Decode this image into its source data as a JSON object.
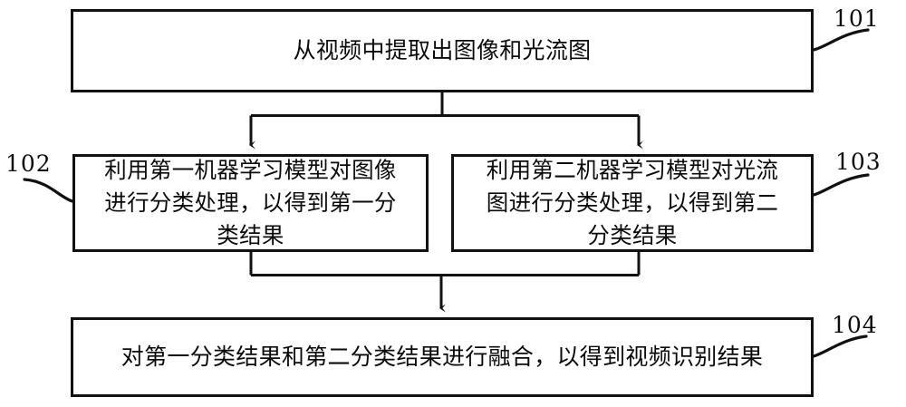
{
  "diagram": {
    "type": "flowchart",
    "title_present": false,
    "background_color": "#ffffff",
    "line_color": "#111111",
    "text_color": "#0b0b0b",
    "nodes": [
      {
        "ref": "101",
        "text": "从视频中提取出图像和光流图",
        "lines": [
          "从视频中提取出图像和光流图"
        ],
        "shape": "rectangle"
      },
      {
        "ref": "102",
        "text": "利用第一机器学习模型对图像进行分类处理，以得到第一分类结果",
        "lines": [
          "利用第一机器学习模型对图像",
          "进行分类处理，以得到第一分",
          "类结果"
        ],
        "shape": "rectangle"
      },
      {
        "ref": "103",
        "text": "利用第二机器学习模型对光流图进行分类处理，以得到第二分类结果",
        "lines": [
          "利用第二机器学习模型对光流",
          "图进行分类处理，以得到第二",
          "分类结果"
        ],
        "shape": "rectangle"
      },
      {
        "ref": "104",
        "text": "对第一分类结果和第二分类结果进行融合，以得到视频识别结果",
        "lines": [
          "对第一分类结果和第二分类结果进行融合，以得到视频识别结果"
        ],
        "shape": "rectangle"
      }
    ],
    "node_text": {
      "n101": "从视频中提取出图像和光流图",
      "n102": "利用第一机器学习模型对图像\n进行分类处理，以得到第一分\n类结果",
      "n103": "利用第二机器学习模型对光流\n图进行分类处理，以得到第二\n分类结果",
      "n104": "对第一分类结果和第二分类结果进行融合，以得到视频识别结果"
    },
    "ref_labels": {
      "r101": "101",
      "r102": "102",
      "r103": "103",
      "r104": "104"
    },
    "edges": [
      {
        "from": "101",
        "to": "102",
        "style": "split-branch-arrow"
      },
      {
        "from": "101",
        "to": "103",
        "style": "split-branch-arrow"
      },
      {
        "from": "102",
        "to": "104",
        "style": "merge-branch-arrow"
      },
      {
        "from": "103",
        "to": "104",
        "style": "merge-branch-arrow"
      }
    ]
  }
}
